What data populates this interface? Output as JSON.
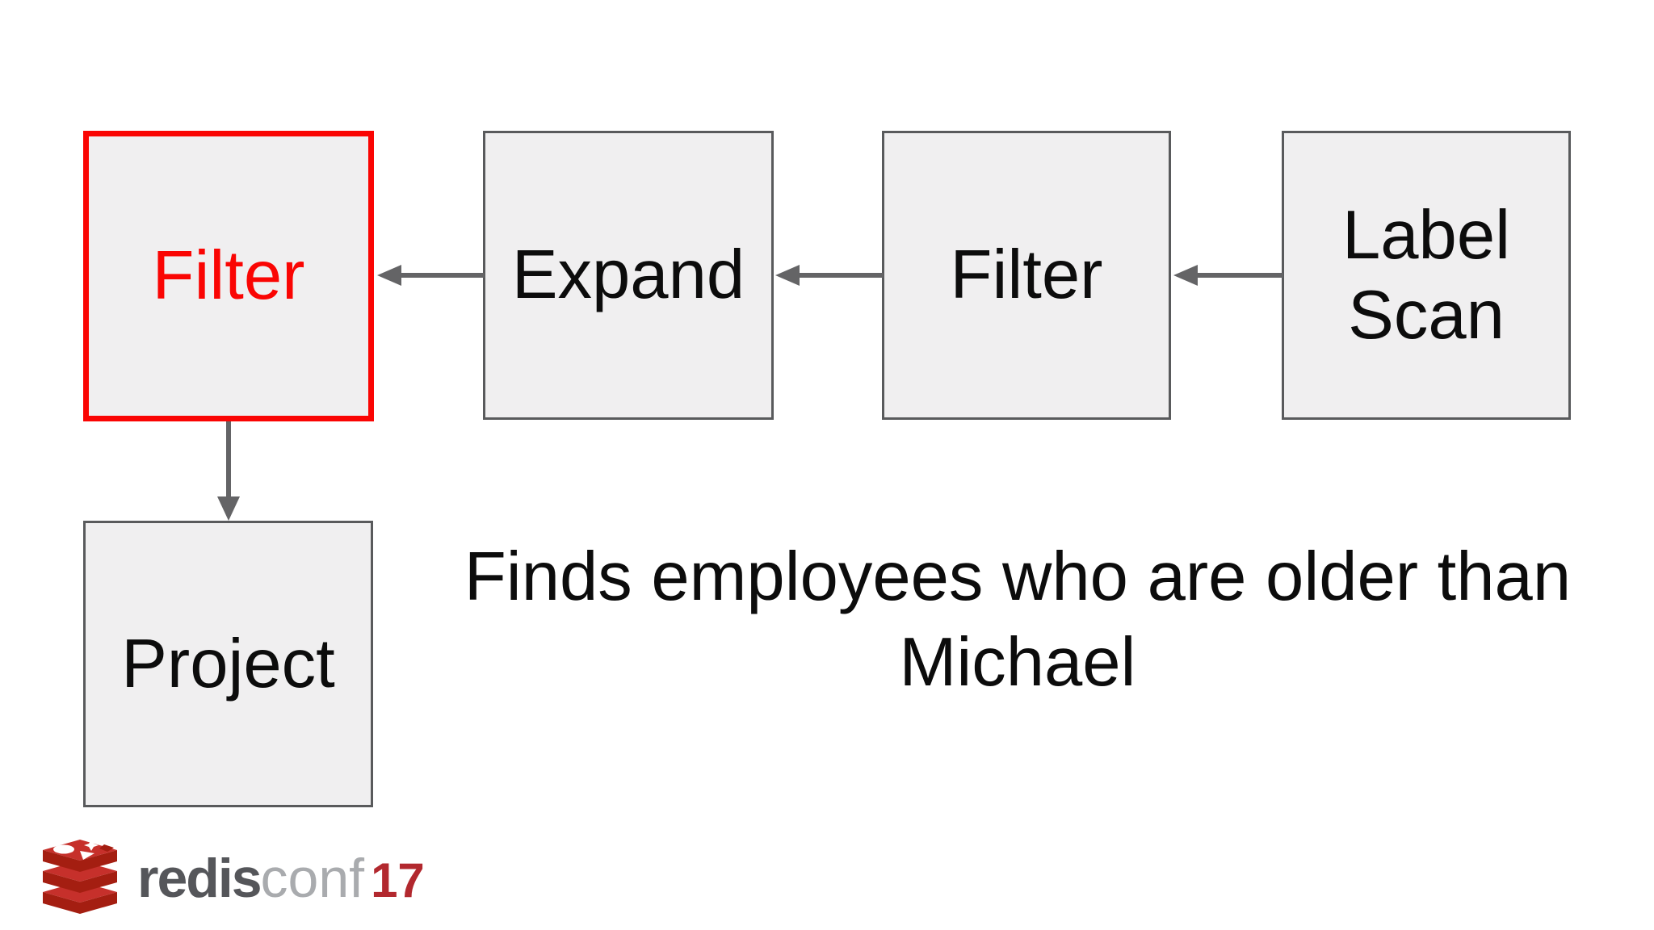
{
  "colors": {
    "background": "#ffffff",
    "box_fill": "#f0eff0",
    "box_border": "#595a5c",
    "highlight_red": "#fa0503",
    "arrow_gray": "#646466",
    "text_black": "#0c0c0c",
    "logo_dark_gray": "#55565a",
    "logo_light_gray": "#a9abae",
    "logo_red": "#b2282e",
    "redis_icon_red": "#c6302b",
    "redis_icon_dark_red": "#a41e11"
  },
  "diagram": {
    "nodes": [
      {
        "id": "filter-highlighted",
        "label": "Filter",
        "highlighted": true
      },
      {
        "id": "expand",
        "label": "Expand",
        "highlighted": false
      },
      {
        "id": "filter",
        "label": "Filter",
        "highlighted": false
      },
      {
        "id": "label-scan",
        "label": "Label Scan",
        "highlighted": false
      },
      {
        "id": "project",
        "label": "Project",
        "highlighted": false
      }
    ],
    "arrows": [
      {
        "from": "expand",
        "to": "filter-highlighted",
        "direction": "left"
      },
      {
        "from": "filter",
        "to": "expand",
        "direction": "left"
      },
      {
        "from": "label-scan",
        "to": "filter",
        "direction": "left"
      },
      {
        "from": "filter-highlighted",
        "to": "project",
        "direction": "down"
      }
    ]
  },
  "caption": {
    "line1": "Finds employees who are older than",
    "line2": "Michael"
  },
  "logo": {
    "brand": "redis",
    "suffix": "conf",
    "year": "17"
  }
}
